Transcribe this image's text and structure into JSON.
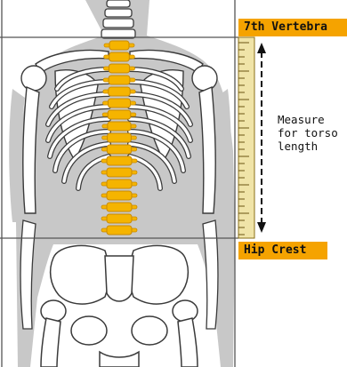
{
  "labels": {
    "top_landmark": "7th Vertebra",
    "bottom_landmark": "Hip Crest",
    "measure_lines": [
      "Measure",
      "for torso",
      "length"
    ]
  },
  "colors": {
    "accent": "#f5a300",
    "spine": "#f5b400",
    "spine_outline": "#c98a00",
    "silhouette": "#c8c8c8",
    "bone": "#ffffff",
    "bone_outline": "#3a3a3a",
    "ruler": "#f0e4a8"
  },
  "icons": {
    "measure_arrow": "double-headed-arrow-icon",
    "ruler": "ruler-icon"
  }
}
